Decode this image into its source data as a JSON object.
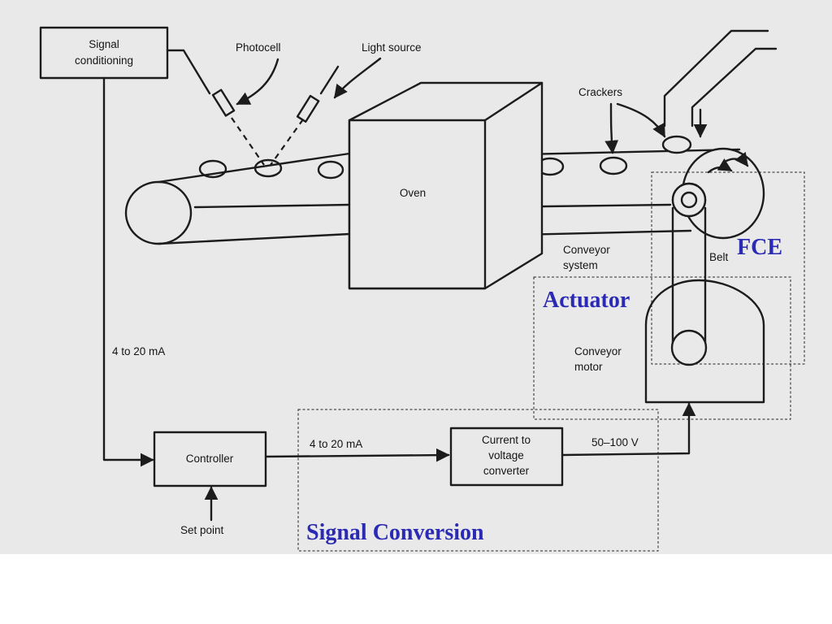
{
  "slide": {
    "labels": {
      "signal_conditioning": [
        "Signal",
        "conditioning"
      ],
      "photocell": "Photocell",
      "light_source": "Light source",
      "crackers": "Crackers",
      "oven": "Oven",
      "conveyor_system": [
        "Conveyor",
        "system"
      ],
      "belt": "Belt",
      "conveyor_motor": [
        "Conveyor",
        "motor"
      ],
      "signal_current_1": "4 to 20 mA",
      "signal_current_2": "4 to 20 mA",
      "controller": "Controller",
      "set_point": "Set point",
      "converter": [
        "Current to",
        "voltage",
        "converter"
      ],
      "voltage": "50–100 V"
    },
    "annotations": {
      "fce": "FCE",
      "actuator": "Actuator",
      "signal_conversion": "Signal Conversion"
    },
    "colors": {
      "annotation_text": "#2a2ab5",
      "scan_background": "#e9e9e9",
      "ink": "#1c1c1c",
      "slide_background": "#ffffff"
    }
  }
}
